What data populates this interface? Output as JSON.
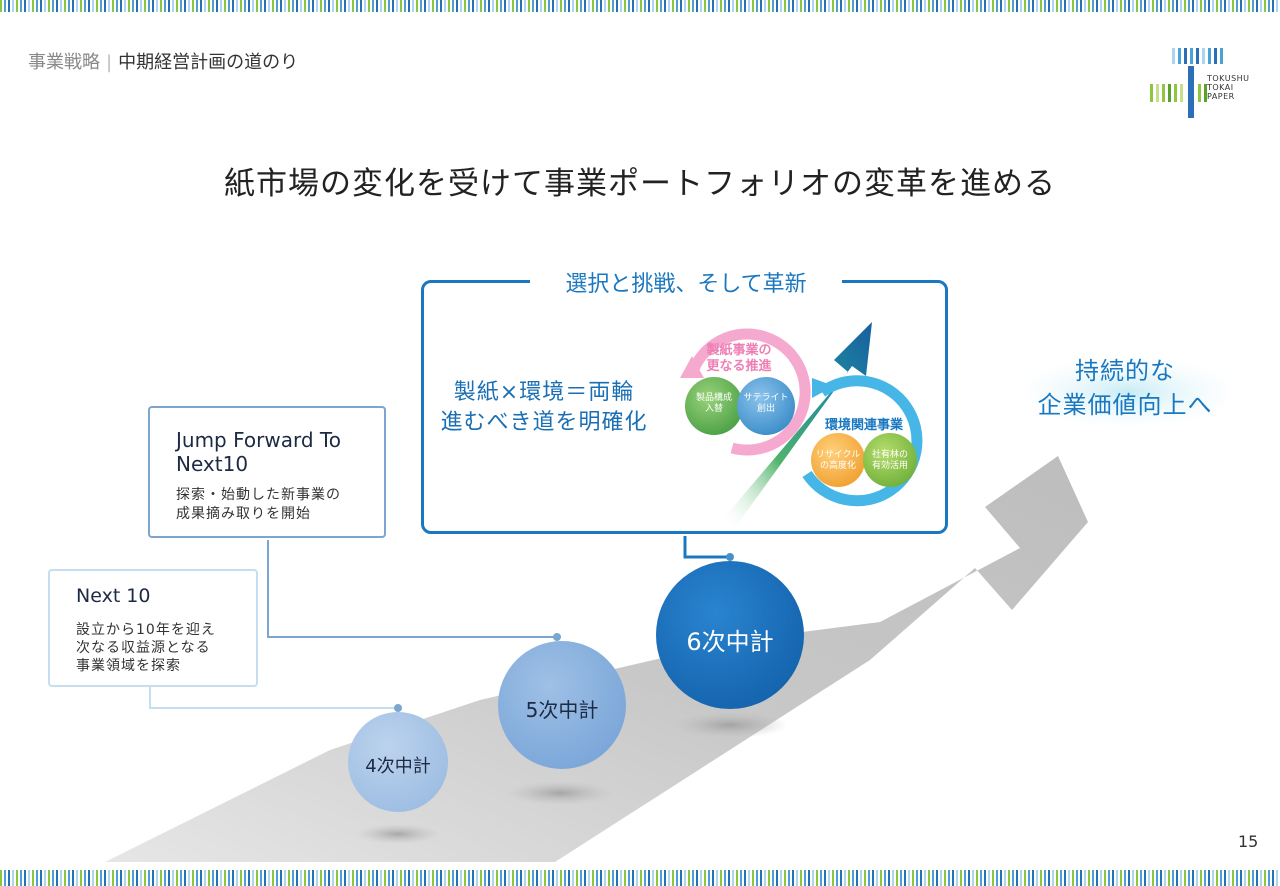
{
  "header": {
    "section": "事業戦略",
    "separator": "|",
    "current": "中期経営計画の道のり"
  },
  "logo": {
    "line1": "TOKUSHU",
    "line2": "TOKAI",
    "line3": "PAPER"
  },
  "title": "紙市場の変化を受けて事業ポートフォリオの変革を進める",
  "boxes": {
    "next10": {
      "heading": "Next 10",
      "line1": "設立から10年を迎え",
      "line2": "次なる収益源となる",
      "line3": "事業領域を探索"
    },
    "jump": {
      "heading": "Jump Forward To Next10",
      "line1": "探索・始動した新事業の",
      "line2": "成果摘み取りを開始"
    },
    "main": {
      "label": "選択と挑戦、そして革新",
      "line1": "製紙×環境＝両輪",
      "line2": "進むべき道を明確化"
    }
  },
  "cycle": {
    "paper_label_1": "製紙事業の",
    "paper_label_2": "更なる推進",
    "paper_item1_1": "製品構成",
    "paper_item1_2": "入替",
    "paper_item2_1": "サテライト",
    "paper_item2_2": "創出",
    "env_label": "環境関連事業",
    "env_item1_1": "リサイクル",
    "env_item1_2": "の高度化",
    "env_item2_1": "社有林の",
    "env_item2_2": "有効活用"
  },
  "milestones": {
    "m4": "4次中計",
    "m5": "5次中計",
    "m6": "6次中計"
  },
  "goal": {
    "line1": "持続的な",
    "line2": "企業価値向上へ"
  },
  "page_number": "15",
  "colors": {
    "accent": "#1a78c0",
    "road": "#cccccc",
    "stripe_green": "#8dc63f",
    "stripe_blue": "#4aa3d8"
  }
}
